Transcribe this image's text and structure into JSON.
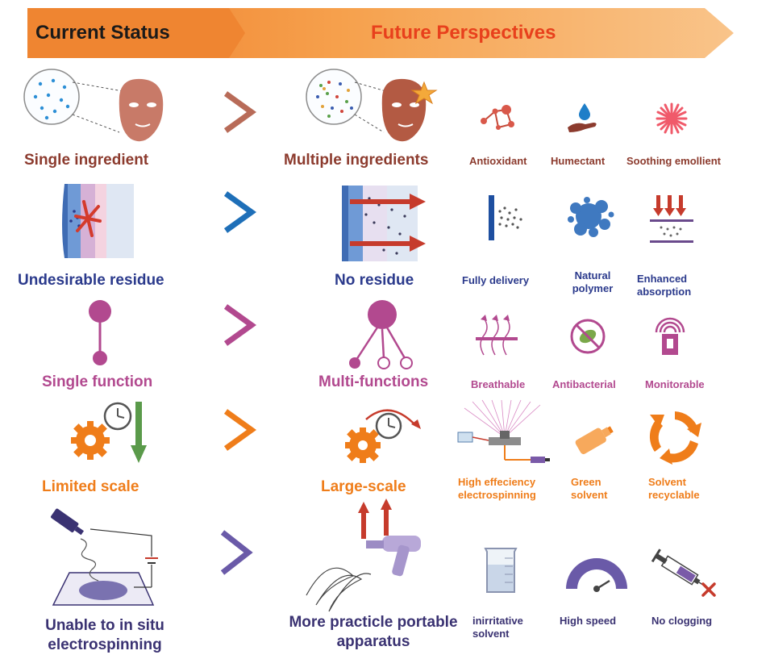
{
  "header": {
    "current_label": "Current Status",
    "future_label": "Future Perspectives",
    "colors": {
      "banner": "#f39a3b",
      "current_text": "#1a1a1a",
      "future_text": "#e8401c"
    }
  },
  "rows": [
    {
      "color": "#8c3b2e",
      "current": "Single ingredient",
      "future": "Multiple ingredients",
      "features": [
        "Antioxidant",
        "Humectant",
        "Soothing emollient"
      ]
    },
    {
      "color": "#2b3a8c",
      "current": "Undesirable residue",
      "future": "No residue",
      "features": [
        "Fully delivery",
        "Natural polymer",
        "Enhanced absorption"
      ]
    },
    {
      "color": "#b2498f",
      "current": "Single function",
      "future": "Multi-functions",
      "features": [
        "Breathable",
        "Antibacterial",
        "Monitorable"
      ]
    },
    {
      "color": "#ef7d1a",
      "current": "Limited scale",
      "future": "Large-scale",
      "features": [
        "High effeciency electrospinning",
        "Green solvent",
        "Solvent recyclable"
      ]
    },
    {
      "color": "#3a3272",
      "current": "Unable to in situ electrospinning",
      "future": "More practicle portable apparatus",
      "features": [
        "inirritative solvent",
        "High speed",
        "No clogging"
      ]
    }
  ],
  "icons": {
    "row1": [
      "face-mask-icon",
      "chevron-right-icon",
      "star-face-mask-icon",
      "molecule-icon",
      "water-drop-hand-icon",
      "starburst-icon"
    ],
    "row2": [
      "skin-residue-icon",
      "chevron-right-icon",
      "skin-penetration-icon",
      "spray-particles-icon",
      "polymer-blob-icon",
      "absorption-arrows-icon"
    ],
    "row3": [
      "single-node-icon",
      "chevron-right-icon",
      "multi-node-icon",
      "breathable-mesh-icon",
      "no-bacteria-icon",
      "wireless-monitor-icon"
    ],
    "row4": [
      "gear-clock-down-icon",
      "chevron-right-icon",
      "gear-clock-up-icon",
      "electrospinning-setup-icon",
      "solvent-bottle-icon",
      "recycle-arrows-icon"
    ],
    "row5": [
      "in-situ-spinner-icon",
      "chevron-right-icon",
      "handheld-spinner-icon",
      "beaker-icon",
      "speed-gauge-icon",
      "clogged-syringe-icon"
    ]
  }
}
